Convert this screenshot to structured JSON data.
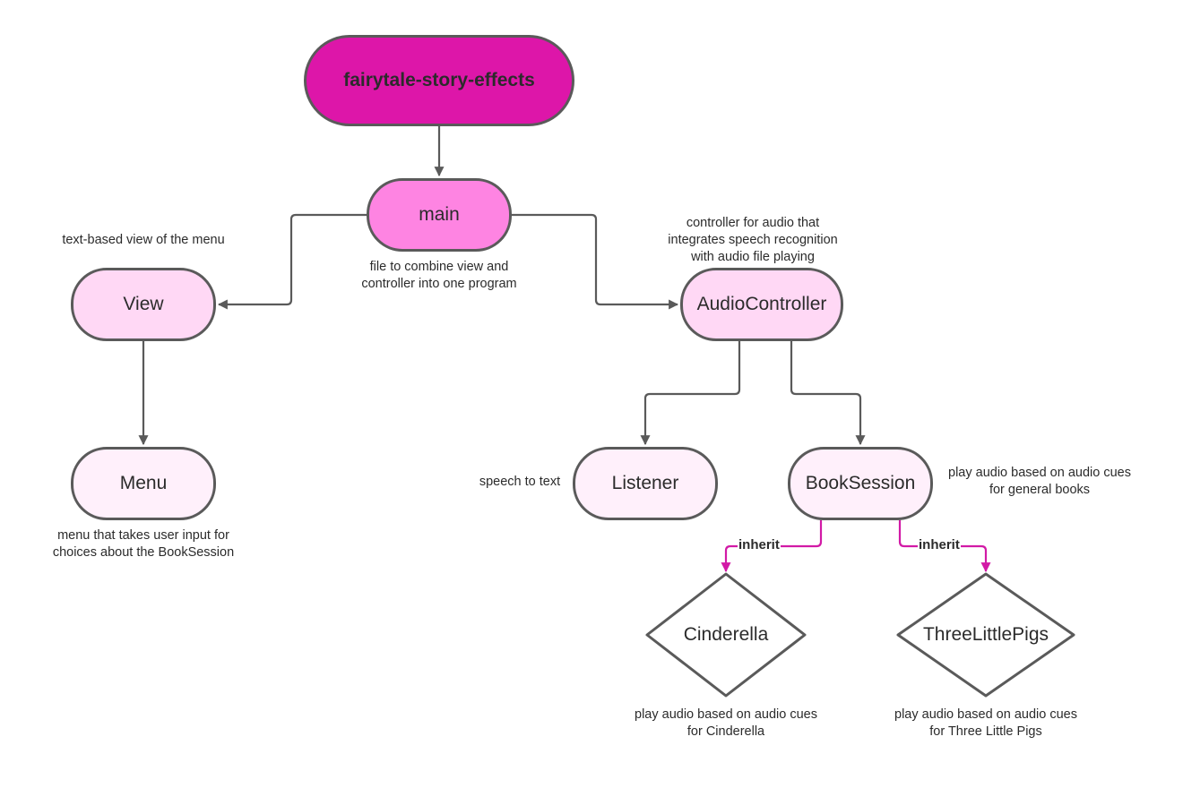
{
  "colors": {
    "title_fill": "#dd16a9",
    "main_fill": "#fe84e2",
    "level2_fill": "#ffd8f5",
    "level3_fill": "#fff0fb",
    "stroke": "#5a5a5a",
    "arrow": "#5a5a5a",
    "inherit_arrow": "#d21aa6"
  },
  "nodes": {
    "root": "fairytale-story-effects",
    "main": "main",
    "view": "View",
    "menu": "Menu",
    "audio_controller": "AudioController",
    "listener": "Listener",
    "book_session": "BookSession",
    "cinderella": "Cinderella",
    "three_little_pigs": "ThreeLittlePigs"
  },
  "notes": {
    "main": "file to combine view and\ncontroller into one program",
    "view": "text-based view of the menu",
    "menu": "menu that takes user input for\nchoices about the BookSession",
    "audio_controller": "controller for audio that\nintegrates speech recognition\nwith audio file playing",
    "listener": "speech to text",
    "book_session": "play audio based on audio cues\nfor general books",
    "cinderella": "play audio based on audio cues\nfor Cinderella",
    "three_little_pigs": "play audio based on audio cues\nfor Three Little Pigs"
  },
  "edge_labels": {
    "inherit_cinderella": "inherit",
    "inherit_pigs": "inherit"
  }
}
